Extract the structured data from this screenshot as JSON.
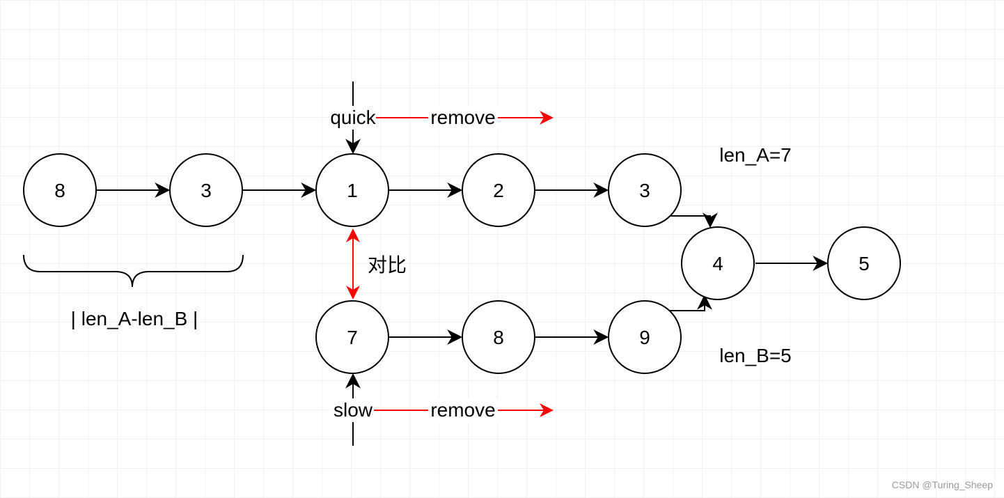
{
  "diagram": {
    "list_a": {
      "prefix_nodes": [
        "8",
        "3"
      ],
      "shared_start": "1",
      "nodes_after": [
        "2",
        "3"
      ],
      "length_label": "len_A=7"
    },
    "list_b": {
      "nodes": [
        "7",
        "8",
        "9"
      ],
      "length_label": "len_B=5"
    },
    "merge_nodes": [
      "4",
      "5"
    ],
    "brace_label": "| len_A-len_B |",
    "compare_label": "对比",
    "pointers": {
      "quick": {
        "label": "quick",
        "move_label": "remove"
      },
      "slow": {
        "label": "slow",
        "move_label": "remove"
      }
    },
    "colors": {
      "node_stroke": "#000000",
      "pointer_move": "#ff0000",
      "grid": "#e6e6e6"
    }
  },
  "watermark": "CSDN @Turing_Sheep"
}
